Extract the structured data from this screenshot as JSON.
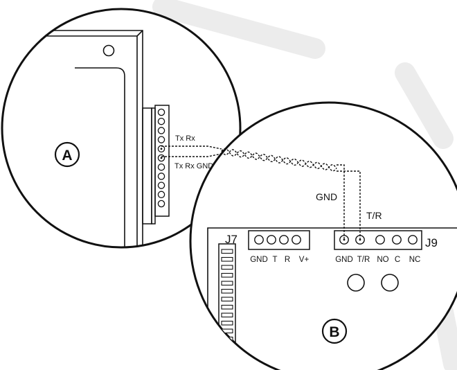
{
  "colors": {
    "ink": "#111111",
    "paper": "#ffffff",
    "watermark": "#e6e6e6"
  },
  "callouts": {
    "a": "A",
    "b": "B"
  },
  "panel_a": {
    "tx_rx_label": "Tx Rx",
    "tx_rx_gnd_label": "Tx Rx GND"
  },
  "panel_b": {
    "gnd_wire_label": "GND",
    "tr_wire_label": "T/R",
    "j7": {
      "name": "J7"
    },
    "left_block": {
      "pins": [
        "GND",
        "T",
        "R",
        "V+"
      ]
    },
    "j9": {
      "name": "J9",
      "pins": [
        "GND",
        "T/R",
        "NO",
        "C",
        "NC"
      ]
    }
  }
}
